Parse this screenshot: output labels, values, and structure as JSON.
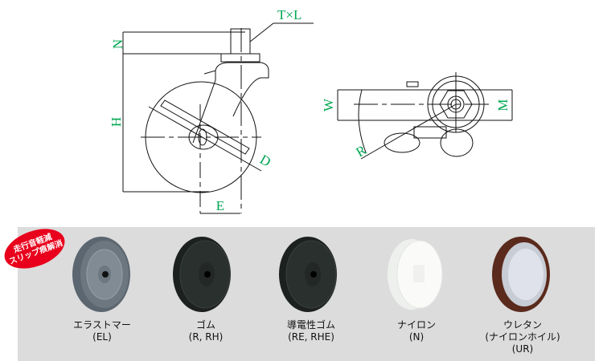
{
  "diagram": {
    "labels": {
      "txl": "T×L",
      "n": "N",
      "h": "H",
      "d": "D",
      "e": "E",
      "w": "W",
      "m": "M",
      "r": "R"
    },
    "stroke_color": "#111111",
    "label_color": "#00a651"
  },
  "badge": {
    "line1": "走行音軽減",
    "line2": "スリップ痕解消",
    "color": "#e8001c"
  },
  "wheels": [
    {
      "name": "エラストマー",
      "code": "(EL)"
    },
    {
      "name": "ゴム",
      "code": "(R, RH)"
    },
    {
      "name": "導電性ゴム",
      "code": "(RE, RHE)"
    },
    {
      "name": "ナイロン",
      "code": "(N)"
    },
    {
      "name": "ウレタン",
      "sub": "(ナイロンホイル)",
      "code": "(UR)"
    }
  ]
}
